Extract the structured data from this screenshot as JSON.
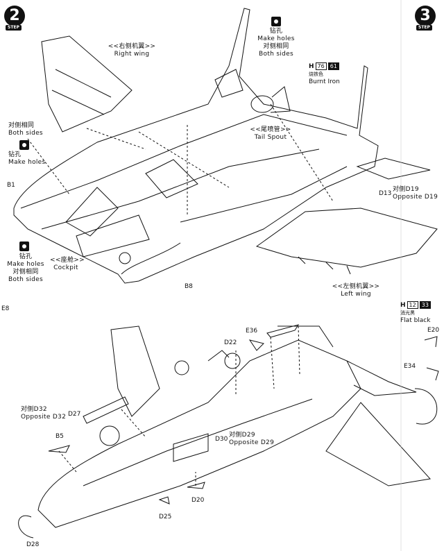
{
  "steps": {
    "step2": "2",
    "step3": "3",
    "step_word": "STEP"
  },
  "labels": {
    "right_wing_zh": "<<右侧机翼>>",
    "right_wing_en": "Right wing",
    "make_holes_top_zh": "钻孔",
    "make_holes_top_en": "Make holes",
    "both_sides_top_zh": "对侧相同",
    "both_sides_top_en": "Both sides",
    "both_sides_left_zh": "对侧相同",
    "both_sides_left_en": "Both sides",
    "make_holes_left_zh": "钻孔",
    "make_holes_left_en": "Make holes",
    "make_holes_bottom_zh": "钻孔",
    "make_holes_bottom_en": "Make holes",
    "both_sides_bottom_zh": "对侧相同",
    "both_sides_bottom_en": "Both sides",
    "cockpit_zh": "<<座舱>>",
    "cockpit_en": "Cockpit",
    "tail_spout_zh": "<<尾喷管>>",
    "tail_spout_en": "Tail Spout",
    "left_wing_zh": "<<左侧机翼>>",
    "left_wing_en": "Left wing",
    "opposite_d19_zh": "对侧D19",
    "opposite_d19_en": "Opposite D19",
    "opposite_d32_zh": "对侧D32",
    "opposite_d32_en": "Opposite D32",
    "opposite_d29_zh": "对侧D29",
    "opposite_d29_en": "Opposite D29"
  },
  "paints": {
    "burnt_iron": {
      "h": "H",
      "code1": "76",
      "code2": "61",
      "zh": "烧铁色",
      "en": "Burnt Iron"
    },
    "flat_black": {
      "h": "H",
      "code1": "12",
      "code2": "33",
      "zh": "消光黑",
      "en": "Flat black"
    }
  },
  "parts": {
    "b1": "B1",
    "b8": "B8",
    "d13": "D13",
    "e8": "E8",
    "e36": "E36",
    "d22": "D22",
    "d27": "D27",
    "b5": "B5",
    "d30": "D30",
    "d20": "D20",
    "d25": "D25",
    "d28": "D28",
    "e20": "E20",
    "e34": "E34"
  }
}
